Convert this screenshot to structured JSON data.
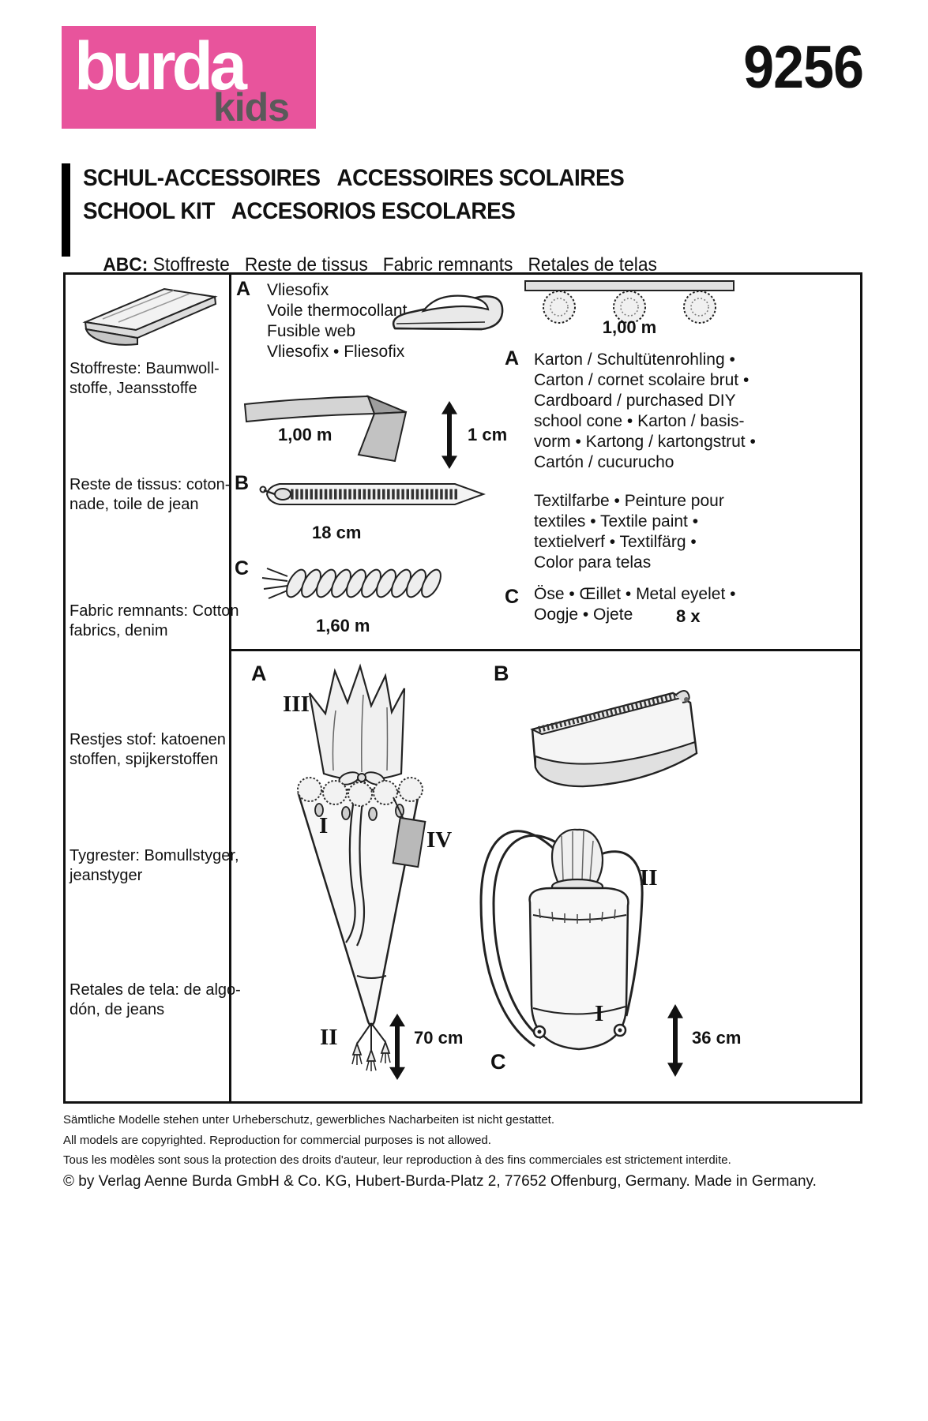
{
  "colors": {
    "brand_pink": "#e8549c",
    "brand_gray": "#5a5a5a",
    "ink": "#111111"
  },
  "header": {
    "brand": "burda",
    "brand_sub": "kids",
    "pattern_number": "9256"
  },
  "title": {
    "line1": "SCHUL-ACCESSOIRES   ACCESSOIRES SCOLAIRES",
    "line2": "SCHOOL KIT   ACCESORIOS ESCOLARES",
    "abc_label": "ABC:",
    "abc_text": " Stoffreste   Reste de tissus   Fabric remnants   Retales de telas"
  },
  "fabric_notes": {
    "de": "Stoffreste: Baumwoll-\nstoffe, Jeansstoffe",
    "fr": "Reste de tissus: coton-\nnade, toile de jean",
    "en": "Fabric remnants: Cotton\nfabrics, denim",
    "nl": "Restjes stof: katoenen\nstoffen, spijkerstoffen",
    "sv": "Tygrester: Bomullstyger,\njeanstyger",
    "es": "Retales de tela: de algo-\ndón, de jeans"
  },
  "notions": {
    "view_a": "A",
    "fusible_web": "Vliesofix\nVoile thermocollant\nFusible web\nVliesofix • Fliesofix",
    "ribbon_length": "1,00 m",
    "ribbon_width": "1 cm",
    "view_b": "B",
    "zipper_length": "18 cm",
    "view_c": "C",
    "cord_length": "1,60 m",
    "pompom_length": "1,00 m",
    "view_a2": "A",
    "cardboard": "Karton / Schultütenrohling •\nCarton / cornet scolaire brut •\nCardboard / purchased DIY\nschool cone • Karton / basis-\nvorm • Kartong / kartongstrut •\nCartón / cucurucho",
    "textile_paint": "Textilfarbe • Peinture pour\ntextiles • Textile paint •\ntextielverf • Textilfärg •\nColor para telas",
    "view_c2": "C",
    "eyelets": "Öse • Œillet • Metal eyelet •\nOogje • Ojete",
    "eyelet_count": "8 x"
  },
  "models": {
    "view_a": "A",
    "view_b": "B",
    "view_c": "C",
    "piece_iii": "III",
    "piece_i_cone": "I",
    "piece_iv": "IV",
    "piece_ii_cone": "II",
    "cone_height": "70 cm",
    "piece_ii_bag": "II",
    "piece_i_bag": "I",
    "bag_height": "36 cm"
  },
  "footer": {
    "line_de": "Sämtliche Modelle stehen unter Urheberschutz, gewerbliches Nacharbeiten ist nicht gestattet.",
    "line_en": "All models are copyrighted. Reproduction for commercial purposes is not allowed.",
    "line_fr": "Tous les modèles sont sous la protection des droits d'auteur, leur reproduction à des fins commerciales est strictement interdite.",
    "line_copyright": "© by Verlag Aenne Burda GmbH & Co. KG, Hubert-Burda-Platz 2, 77652 Offenburg, Germany. Made in Germany."
  }
}
